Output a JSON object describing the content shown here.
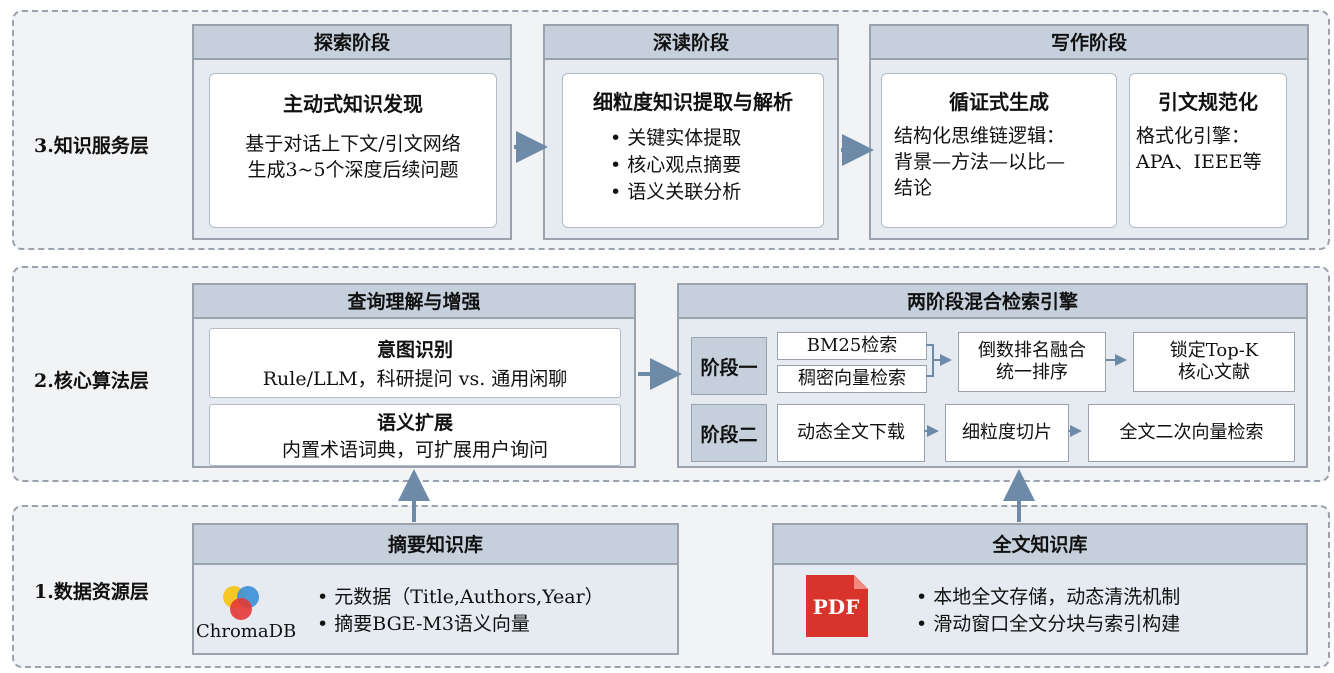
{
  "layers": {
    "knowledge_service": "3.知识服务层",
    "core_algorithm": "2.核心算法层",
    "data_resource": "1.数据资源层"
  },
  "explore": {
    "title": "探索阶段",
    "card_title": "主动式知识发现",
    "line1": "基于对话上下文/引文网络",
    "line2": "生成3~5个深度后续问题"
  },
  "deepread": {
    "title": "深读阶段",
    "card_title": "细粒度知识提取与解析",
    "items": [
      "关键实体提取",
      "核心观点摘要",
      "语义关联分析"
    ]
  },
  "write": {
    "title": "写作阶段",
    "card1_title": "循证式生成",
    "card1_line1": "结构化思维链逻辑：",
    "card1_line2": "背景—方法—以比—",
    "card1_line3": "结论",
    "card2_title": "引文规范化",
    "card2_line1": "格式化引擎：",
    "card2_line2": "APA、IEEE等"
  },
  "query": {
    "title": "查询理解与增强",
    "intent_title": "意图识别",
    "intent_text": "Rule/LLM，科研提问 vs. 通用闲聊",
    "expand_title": "语义扩展",
    "expand_text": "内置术语词典，可扩展用户询问"
  },
  "retrieval": {
    "title": "两阶段混合检索引擎",
    "stage1": "阶段一",
    "stage2": "阶段二",
    "bm25": "BM25检索",
    "dense": "稠密向量检索",
    "rrf_line1": "倒数排名融合",
    "rrf_line2": "统一排序",
    "topk_line1": "锁定Top-K",
    "topk_line2": "核心文献",
    "download": "动态全文下载",
    "chunk": "细粒度切片",
    "second": "全文二次向量检索"
  },
  "abstract_kb": {
    "title": "摘要知识库",
    "logo_text": "ChromaDB",
    "items": [
      "元数据（Title,Authors,Year）",
      "摘要BGE-M3语义向量"
    ]
  },
  "fulltext_kb": {
    "title": "全文知识库",
    "pdf_label": "PDF",
    "items": [
      "本地全文存储，动态清洗机制",
      "滑动窗口全文分块与索引构建"
    ]
  },
  "colors": {
    "panel": "#e6ebf1",
    "title_bar": "#c6d0dc",
    "border": "#9aa3ad",
    "arrow": "#6d8aa8",
    "pdf_red": "#d9342b"
  }
}
